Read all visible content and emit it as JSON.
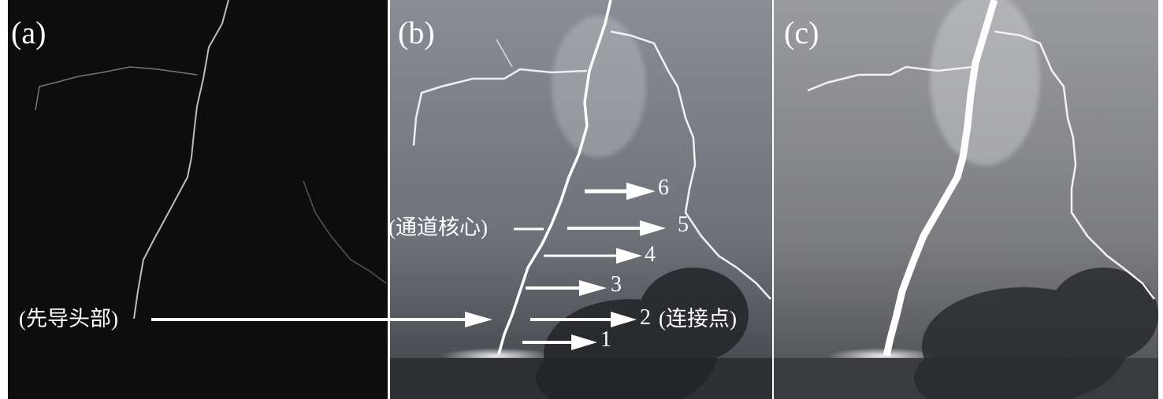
{
  "panels": [
    {
      "label": "(a)"
    },
    {
      "label": "(b)"
    },
    {
      "label": "(c)"
    }
  ],
  "annotations": {
    "leader_head": "(先导头部)",
    "channel_core": "(通道核心)",
    "connection_point": "(连接点)",
    "markers": [
      "1",
      "2",
      "3",
      "4",
      "5",
      "6"
    ]
  }
}
